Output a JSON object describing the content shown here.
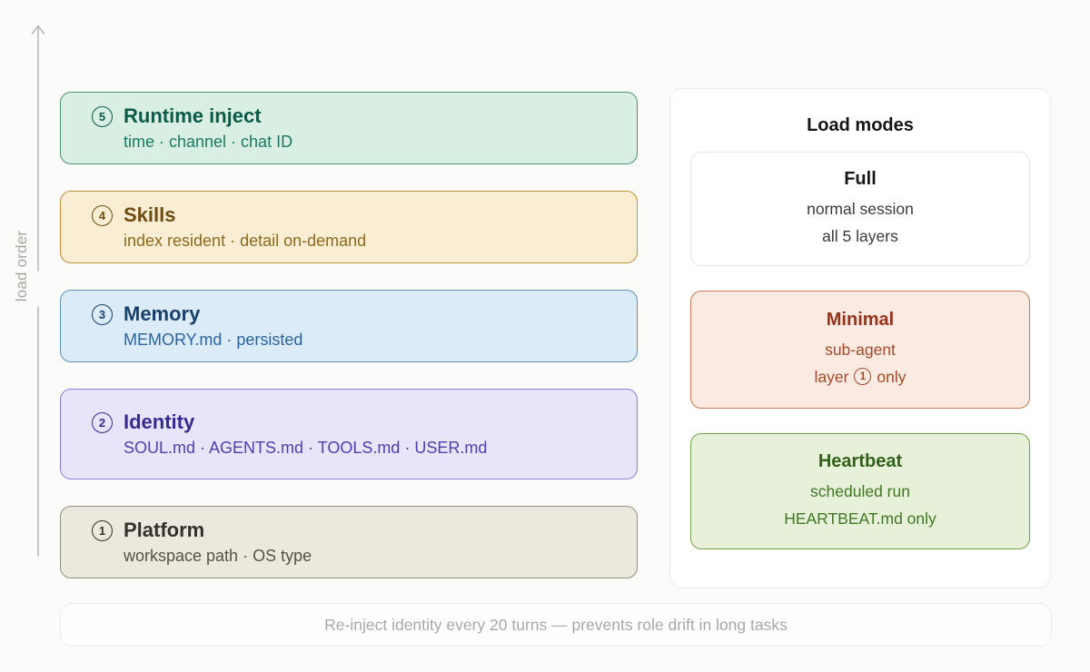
{
  "axis": {
    "label": "load order"
  },
  "layers": [
    {
      "num": "5",
      "title": "Runtime inject",
      "subtitle": "time · channel · chat ID"
    },
    {
      "num": "4",
      "title": "Skills",
      "subtitle": "index resident · detail on-demand"
    },
    {
      "num": "3",
      "title": "Memory",
      "subtitle": "MEMORY.md · persisted"
    },
    {
      "num": "2",
      "title": "Identity",
      "subtitle": "SOUL.md · AGENTS.md · TOOLS.md · USER.md"
    },
    {
      "num": "1",
      "title": "Platform",
      "subtitle": "workspace path · OS type"
    }
  ],
  "modes": {
    "title": "Load modes",
    "full": {
      "name": "Full",
      "line1": "normal session",
      "line2": "all 5 layers"
    },
    "minimal": {
      "name": "Minimal",
      "line1": "sub-agent",
      "line2_prefix": "layer",
      "line2_num": "1",
      "line2_suffix": "only"
    },
    "heartbeat": {
      "name": "Heartbeat",
      "line1": "scheduled run",
      "line2": "HEARTBEAT.md only"
    }
  },
  "note": {
    "text": "Re-inject identity every 20 turns — prevents role drift in long tasks"
  },
  "palette": {
    "page_bg": "#fbfbf9",
    "runtime_bg": "#d9efe4",
    "runtime_border": "#4e9379",
    "runtime_text": "#0c5b48",
    "skills_bg": "#f9edd3",
    "skills_border": "#c2913e",
    "skills_text": "#6e4c12",
    "memory_bg": "#dcebf8",
    "memory_border": "#6290b6",
    "memory_text": "#17406d",
    "identity_bg": "#e8e4fa",
    "identity_border": "#8d7fd6",
    "identity_text": "#352b91",
    "platform_bg": "#ebe8dd",
    "platform_border": "#92907f",
    "platform_text": "#34332b",
    "full_bg": "#ffffff",
    "full_border": "#e5e5e3",
    "full_text": "#161616",
    "minimal_bg": "#faeae2",
    "minimal_border": "#c77a55",
    "minimal_text": "#96331a",
    "heartbeat_bg": "#e7f1da",
    "heartbeat_border": "#74a048",
    "heartbeat_text": "#33611b",
    "axis_gray": "#b9b9b5",
    "note_text": "#a8a8a4"
  }
}
